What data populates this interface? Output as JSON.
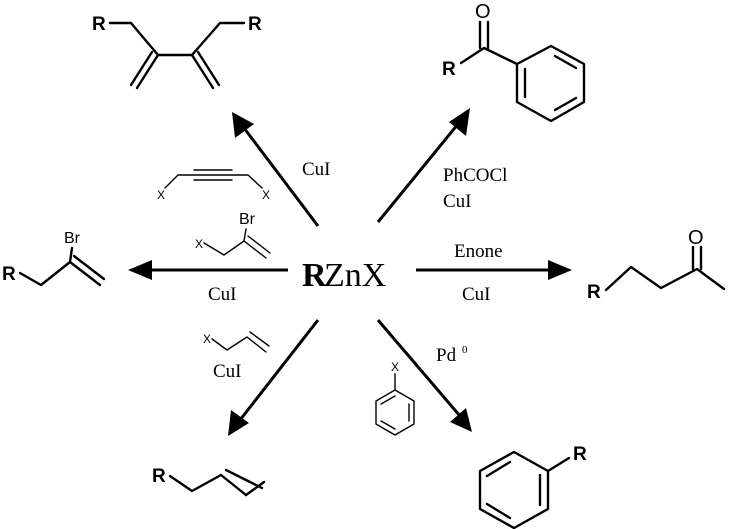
{
  "center": {
    "r": "R",
    "rest": "ZnX"
  },
  "atoms": {
    "r": "R",
    "x": "X",
    "br": "Br",
    "o": "O"
  },
  "reagents": {
    "cui": "CuI",
    "phcocl": "PhCOCl",
    "enone": "Enone",
    "pd": "Pd",
    "pd_sup": "0"
  }
}
